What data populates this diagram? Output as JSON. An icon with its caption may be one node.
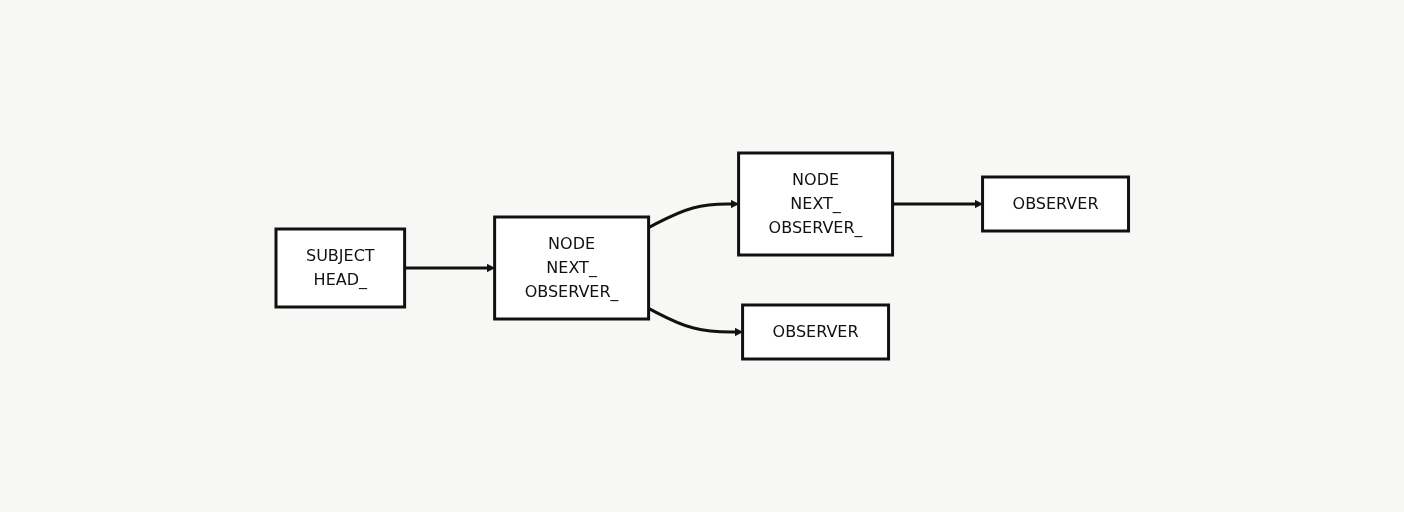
{
  "diagram": {
    "nodes": [
      {
        "text": [
          "SUBJECT",
          "HEAD_"
        ]
      },
      {
        "text": [
          "NODE",
          "NEXT_",
          "OBSERVER_"
        ]
      },
      {
        "text": [
          "NODE",
          "NEXT_",
          "OBSERVER_"
        ]
      },
      {
        "text": [
          "OBSERVER"
        ]
      },
      {
        "text": [
          "OBSERVER"
        ]
      }
    ],
    "edges": [
      {
        "from": 0,
        "to": 1,
        "arrow": "to"
      },
      {
        "from": 1,
        "to": 2,
        "arrow": "to"
      },
      {
        "from": 1,
        "to": 3,
        "arrow": "to"
      },
      {
        "from": 2,
        "to": 4,
        "arrow": "to"
      }
    ]
  }
}
